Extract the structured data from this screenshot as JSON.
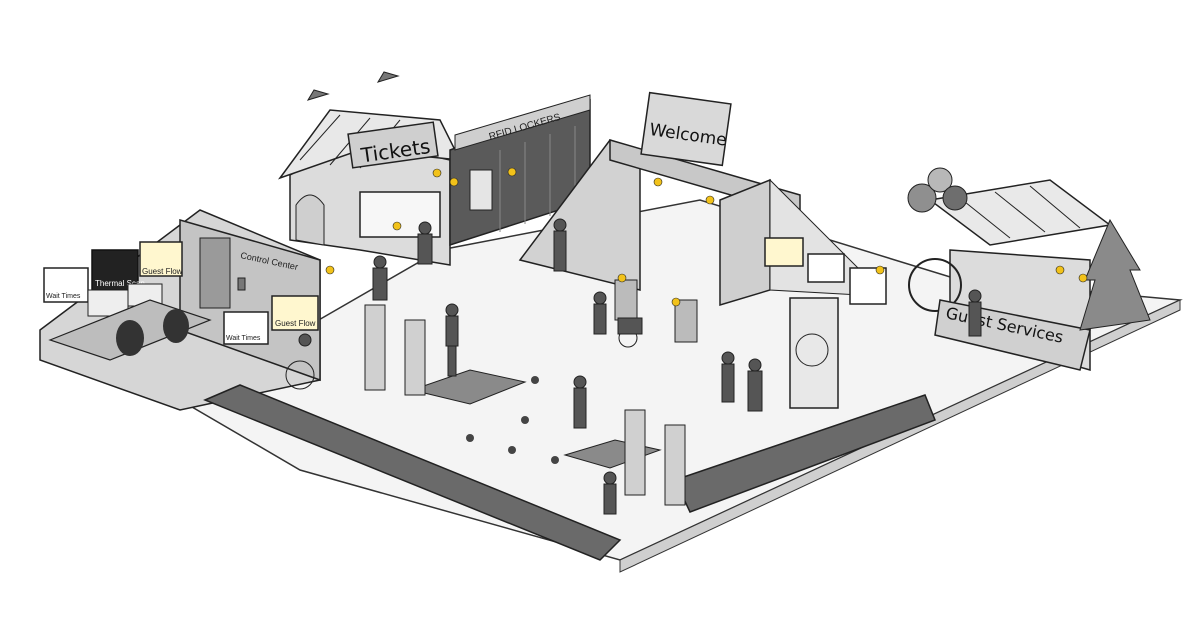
{
  "signs": {
    "tickets": "Tickets",
    "rfid_lockers": "RFID LOCKERS",
    "welcome": "Welcome",
    "control_center": "Control Center",
    "guest_services": "Guest Services"
  },
  "monitors": {
    "wait_times": "Wait Times",
    "thermal_scan": "Thermal Scan",
    "guest_flow": "Guest Flow"
  },
  "colors": {
    "accent": "#f2c21a",
    "dark": "#4a4a4a",
    "mid": "#8c8c8c",
    "light": "#d9d9d9",
    "floor": "#f4f4f4"
  }
}
